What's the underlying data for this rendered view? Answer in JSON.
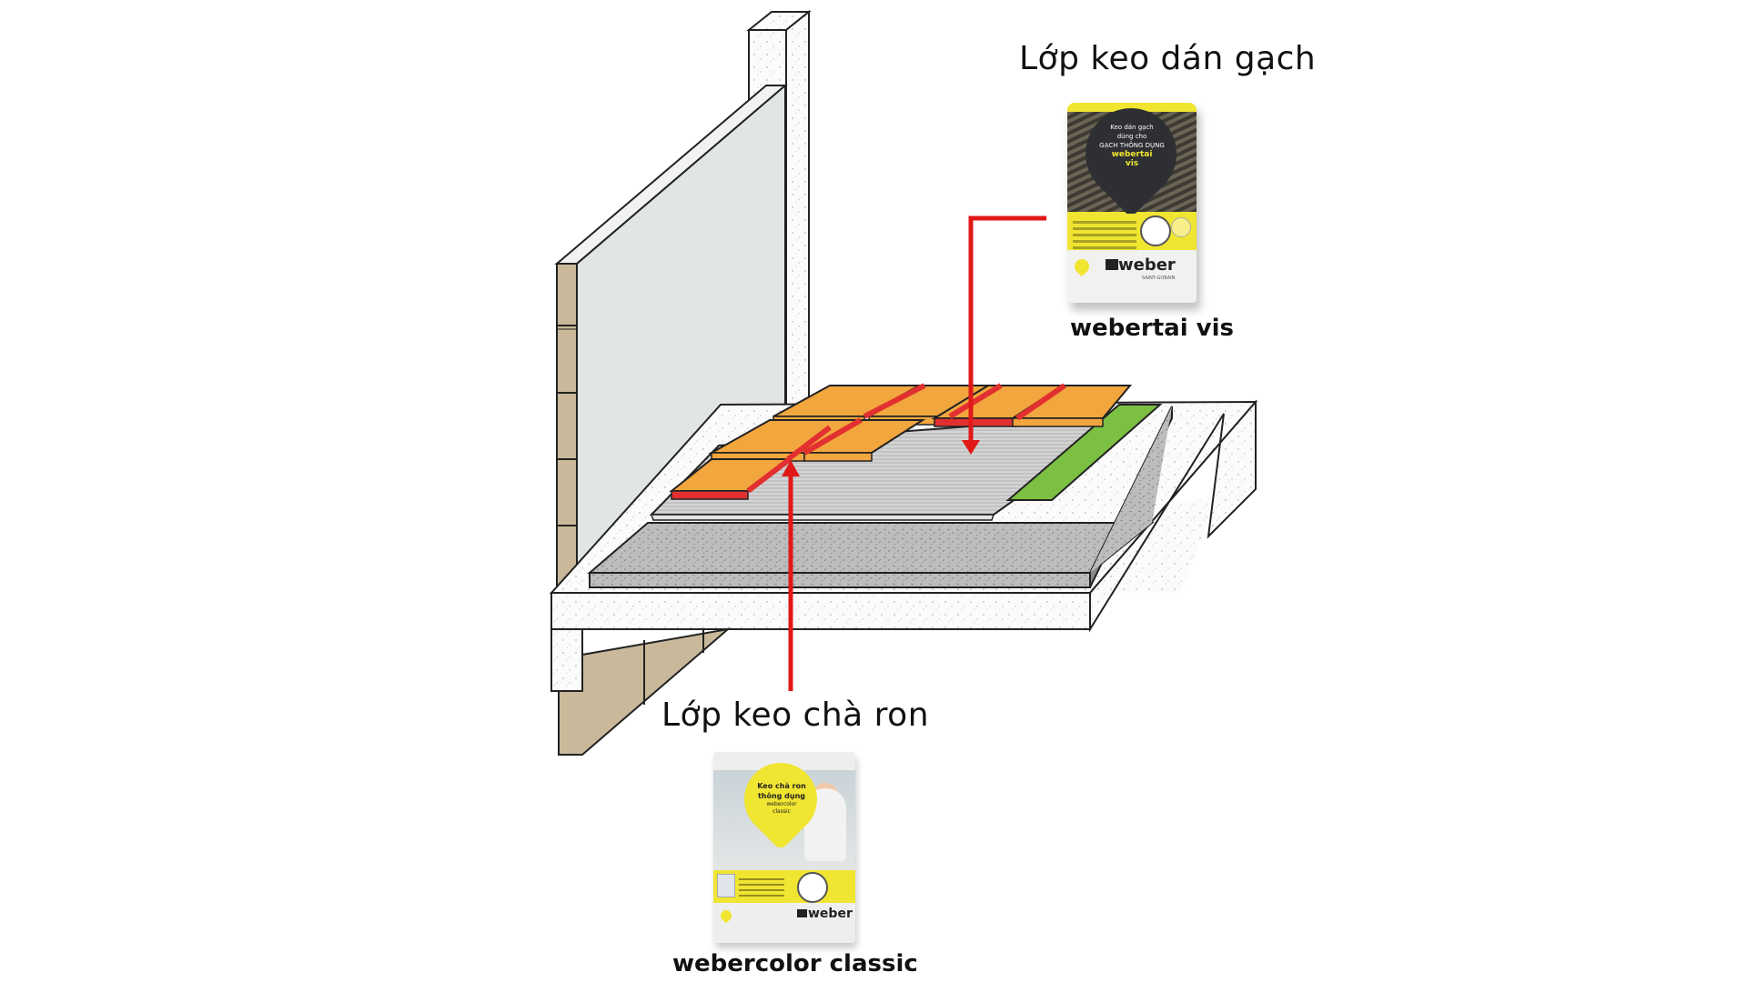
{
  "diagram": {
    "title": "Tile floor layer diagram",
    "labels": {
      "tile_adhesive_layer": "Lớp keo dán gạch",
      "grout_layer": "Lớp keo chà ron"
    },
    "products": {
      "adhesive": {
        "name": "webertai vis",
        "bag_text": [
          "Keo dán gạch",
          "dùng cho",
          "GẠCH THÔNG DỤNG",
          "webertai",
          "vis"
        ],
        "brand": "weber",
        "brand_sub": "SAINT-GOBAIN"
      },
      "grout": {
        "name": "webercolor classic",
        "bag_text": [
          "Keo chà ron",
          "thông dụng",
          "webercolor",
          "classic"
        ],
        "brand": "weber"
      }
    },
    "colors": {
      "tile": "#f2a63e",
      "grout_joint": "#e23030",
      "waterproof_strip": "#7cc043",
      "arrow": "#e01818",
      "screed": "#b9b9b9",
      "brick": "#c9b99a",
      "wall_plaster": "#e2e5e5",
      "bag_yellow": "#f0e531"
    }
  }
}
